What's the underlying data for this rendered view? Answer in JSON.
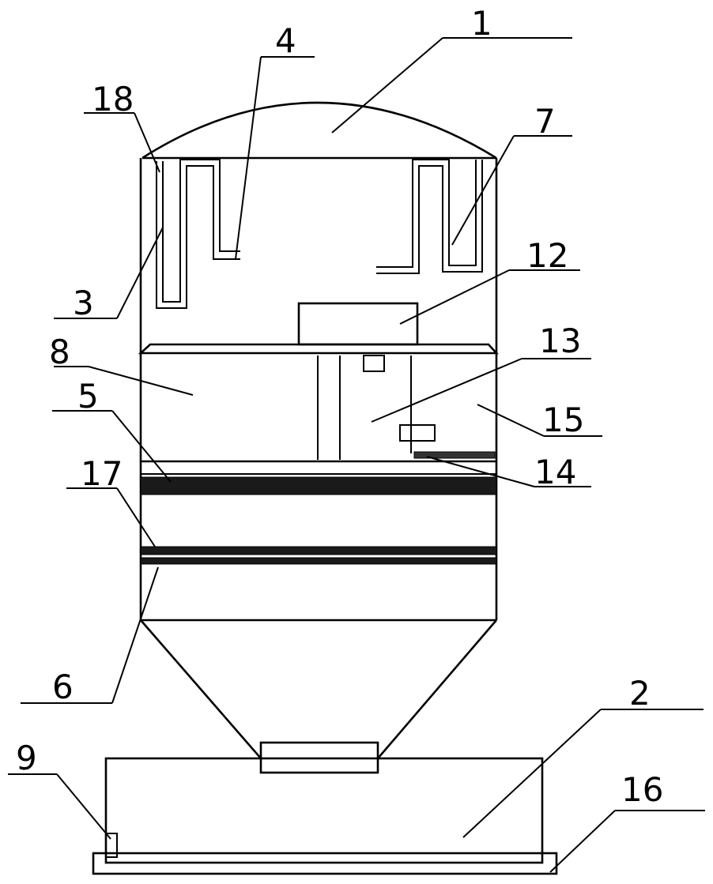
{
  "labels": {
    "l1": "1",
    "l2": "2",
    "l3": "3",
    "l4": "4",
    "l5": "5",
    "l6": "6",
    "l7": "7",
    "l8": "8",
    "l9": "9",
    "l12": "12",
    "l13": "13",
    "l14": "14",
    "l15": "15",
    "l16": "16",
    "l17": "17",
    "l18": "18"
  },
  "colors": {
    "line": "#000000",
    "background": "#ffffff"
  }
}
